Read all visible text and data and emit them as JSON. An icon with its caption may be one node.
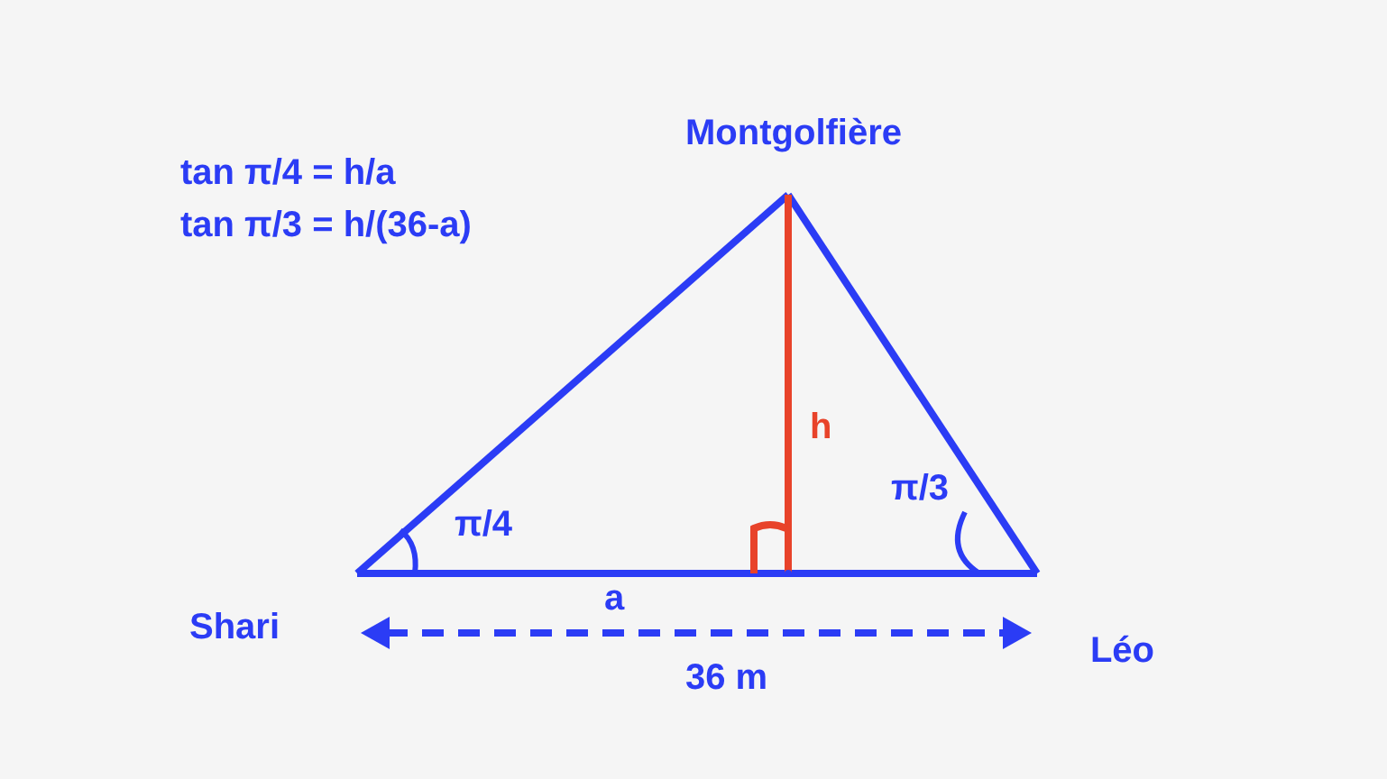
{
  "diagram": {
    "nodes": [
      {
        "text": [
          "Montgolfière"
        ]
      },
      {
        "text": [
          "Shari"
        ]
      },
      {
        "text": [
          "Léo"
        ]
      },
      {
        "text": [],
        "shape": "point"
      }
    ],
    "edges": [
      {
        "from": 1,
        "to": 0,
        "arrow": "none"
      },
      {
        "from": 0,
        "to": 2,
        "arrow": "none"
      },
      {
        "from": 1,
        "to": 3,
        "arrow": "none",
        "label": "a"
      },
      {
        "from": 3,
        "to": 2,
        "arrow": "none"
      },
      {
        "from": 0,
        "to": 3,
        "arrow": "none",
        "label": "h",
        "color": "#e8432a"
      }
    ],
    "labels": [
      "tan π/4 = h/a",
      "tan π/3 = h/(36-a)",
      "π/4",
      "π/3",
      "36 m"
    ]
  }
}
